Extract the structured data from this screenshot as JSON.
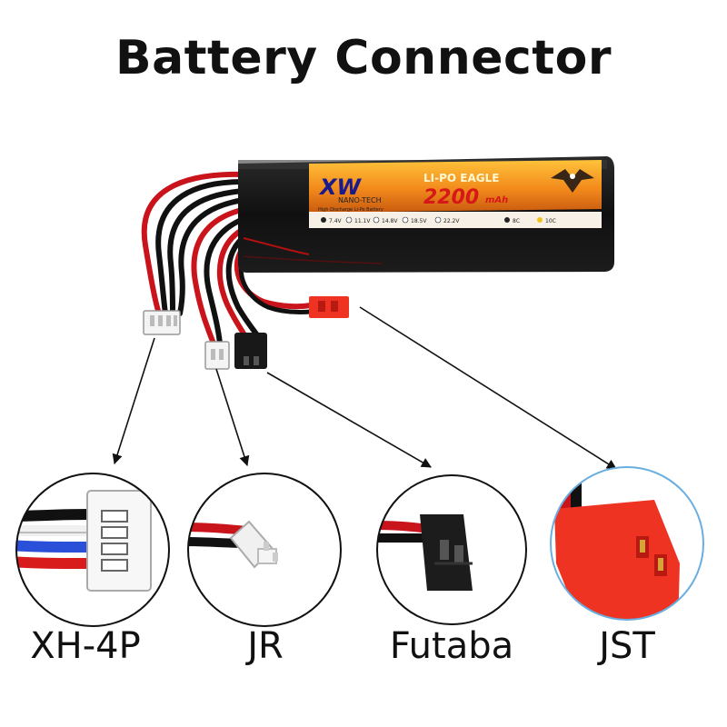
{
  "title": "Battery Connector",
  "battery": {
    "brand": "XW",
    "series": "LI-PO EAGLE",
    "subtitle": "NANO-TECH",
    "tagline": "High Discharge Li-Po Battery",
    "capacity": "2200",
    "unit": "mAh",
    "voltages": [
      "7.4V",
      "11.1V",
      "14.8V",
      "18.5V",
      "22.2V"
    ],
    "discharge": [
      "8C",
      "10C"
    ]
  },
  "connectors": [
    {
      "label": "XH-4P"
    },
    {
      "label": "JR"
    },
    {
      "label": "Futaba"
    },
    {
      "label": "JST"
    }
  ],
  "colors": {
    "wire_red": "#c8141a",
    "wire_black": "#111111",
    "jst_red": "#ee3322",
    "label_orange": "#f28a1c"
  }
}
